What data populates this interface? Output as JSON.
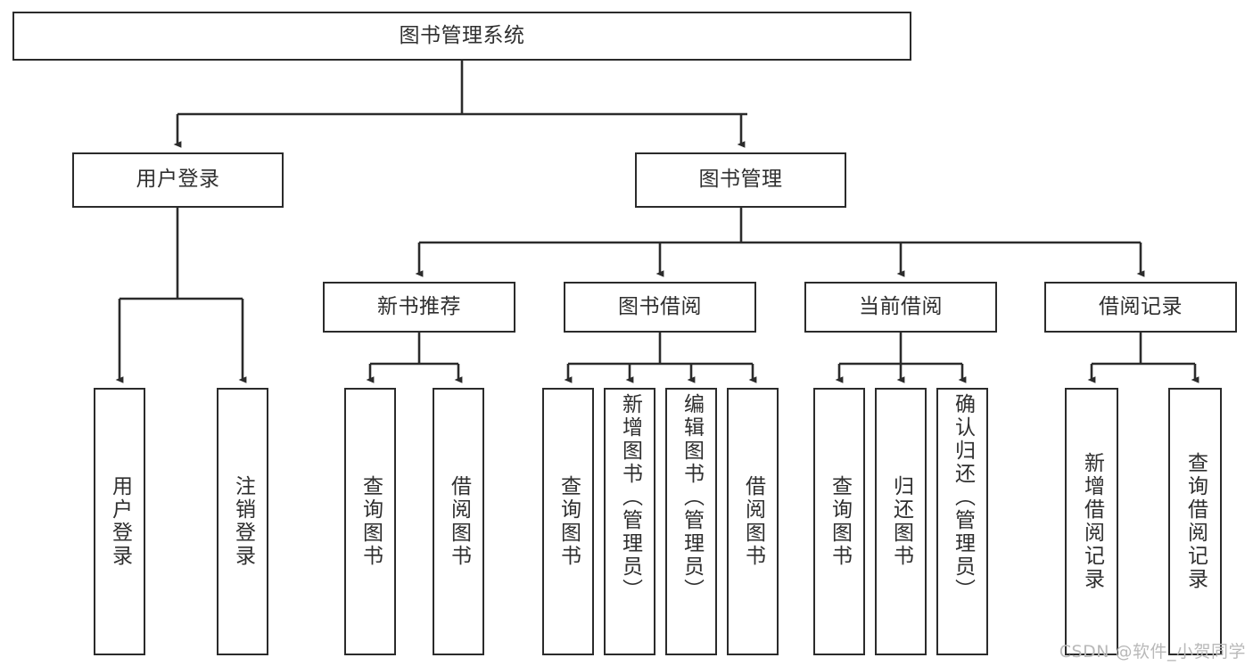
{
  "diagram": {
    "type": "tree-hierarchy-chart",
    "title": "图书管理系统",
    "watermark": "CSDN @软件_小贺同学",
    "colors": {
      "stroke": "#2b2b2b",
      "text": "#2f2f2f",
      "background": "#ffffff",
      "watermark": "#b9b9b9"
    },
    "root": {
      "label": "图书管理系统"
    },
    "level2": [
      {
        "label": "用户登录"
      },
      {
        "label": "图书管理"
      }
    ],
    "level3": [
      {
        "label": "新书推荐"
      },
      {
        "label": "图书借阅"
      },
      {
        "label": "当前借阅"
      },
      {
        "label": "借阅记录"
      }
    ],
    "leaves": {
      "user_login": [
        {
          "label": "用户登录"
        },
        {
          "label": "注销登录"
        }
      ],
      "new_book_recommend": [
        {
          "label": "查询图书"
        },
        {
          "label": "借阅图书"
        }
      ],
      "book_borrow": [
        {
          "label": "查询图书"
        },
        {
          "label": "新增图书（管理员）"
        },
        {
          "label": "编辑图书（管理员）"
        },
        {
          "label": "借阅图书"
        }
      ],
      "current_borrow": [
        {
          "label": "查询图书"
        },
        {
          "label": "归还图书"
        },
        {
          "label": "确认归还（管理员）"
        }
      ],
      "borrow_record": [
        {
          "label": "新增借阅记录"
        },
        {
          "label": "查询借阅记录"
        }
      ]
    }
  }
}
